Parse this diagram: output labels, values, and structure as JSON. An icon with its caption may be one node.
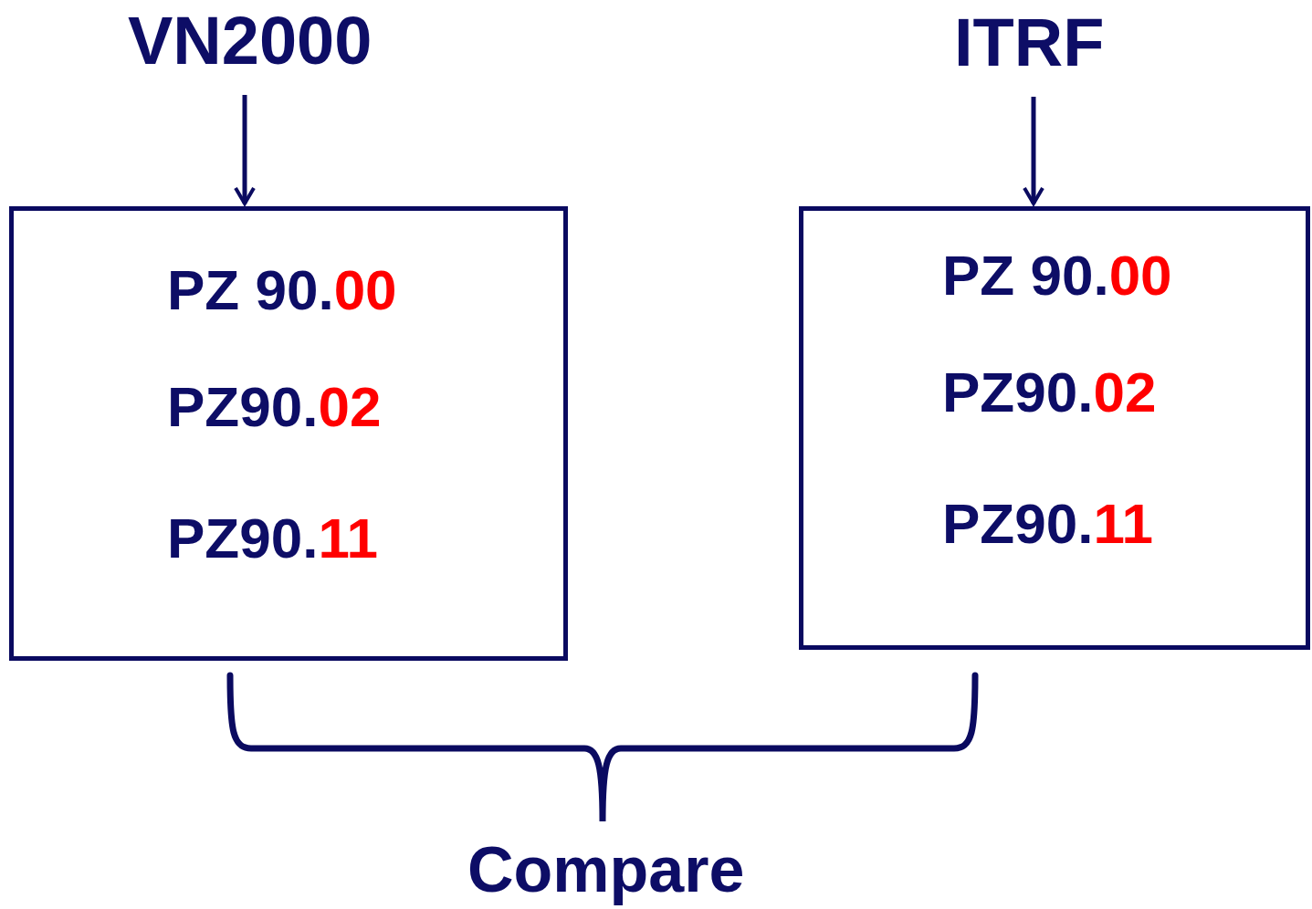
{
  "diagram": {
    "nodes": [
      {
        "text": [
          "VN2000"
        ]
      },
      {
        "text": [
          "PZ 90.00",
          "PZ90.02",
          "PZ90.11"
        ]
      },
      {
        "text": [
          "ITRF"
        ]
      },
      {
        "text": [
          "PZ 90.00",
          "PZ90.02",
          "PZ90.11"
        ]
      }
    ],
    "edges": [
      {
        "from": 0,
        "to": 1,
        "arrow": "to"
      },
      {
        "from": 2,
        "to": 3,
        "arrow": "to"
      }
    ],
    "labels": [
      "Compare"
    ]
  }
}
